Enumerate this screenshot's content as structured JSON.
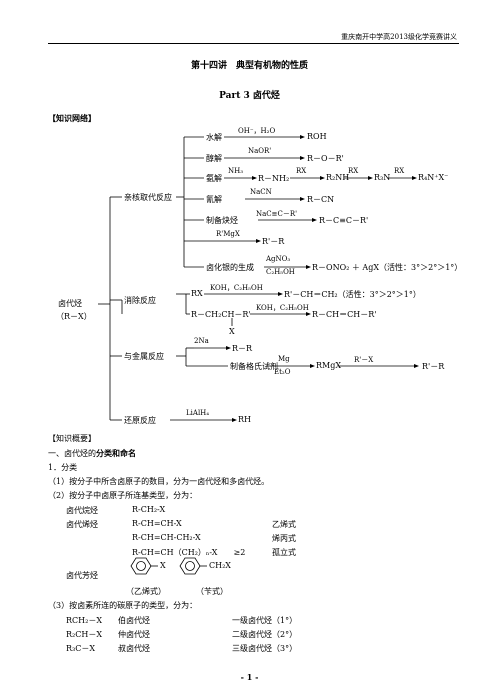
{
  "header": {
    "text": "重庆南开中学高2013级化学竞赛讲义"
  },
  "title": "第十四讲　典型有机物的性质",
  "part": "Part 3  卤代烃",
  "network_heading": "【知识网络】",
  "diagram": {
    "root": "卤代烃",
    "root_formula": "（R－X）",
    "branches": {
      "substitution": "亲核取代反应",
      "elimination": "消除反应",
      "metal": "与金属反应",
      "reduction": "还原反应"
    },
    "sub": {
      "hydrolysis": {
        "label": "水解",
        "reagent": "OH⁻，H₂O",
        "product": "ROH"
      },
      "alcoholysis": {
        "label": "醇解",
        "reagent": "NaOR'",
        "product": "R－O－R'"
      },
      "ammonolysis": {
        "label": "氨解",
        "reagent1": "NH₃",
        "p1": "R－NH₂",
        "reagent2": "RX",
        "p2": "R₂NH",
        "reagent3": "RX",
        "p3": "R₃N",
        "reagent4": "RX",
        "p4": "R₄N⁺X⁻"
      },
      "cyanation": {
        "label": "氰解",
        "reagent": "NaCN",
        "product": "R－CN"
      },
      "alkyne": {
        "label": "制备炔烃",
        "reagent": "NaC≡C－R'",
        "product": "R－C≡C－R'"
      },
      "grignard": {
        "reagent": "R'MgX",
        "product": "R'－R"
      },
      "silver": {
        "label": "卤化银的生成",
        "reagent_top": "AgNO₃",
        "reagent_bottom": "C₂H₅OH",
        "product": "R－ONO₂ ＋ AgX（活性：3°＞2°＞1°）"
      }
    },
    "elim": {
      "row1_start": "RX",
      "row1_reagent": "KOH，C₂H₅OH",
      "row1_product": "R'－CH＝CH₂（活性：3°＞2°＞1°）",
      "row2_start": "R－CH₂CH－R'",
      "row2_x": "X",
      "row2_reagent": "KOH，C₂H₅OH",
      "row2_product": "R－CH＝CH－R'"
    },
    "metal": {
      "row1_reagent": "2Na",
      "row1_product": "R－R",
      "row2_label": "制备格氏试剂",
      "row2_reagent_top": "Mg",
      "row2_reagent_bottom": "Et₂O",
      "row2_mid": "RMgX",
      "row2_reagent2": "R'－X",
      "row2_product": "R'－R"
    },
    "reduction": {
      "reagent": "LiAlH₄",
      "product": "RH"
    }
  },
  "overview": {
    "heading": "【知识概要】",
    "section1": "一、卤代烃的",
    "section1_bold": "分类和命名",
    "item1": "1．分类",
    "p1": "（1）按分子中所含卤原子的数目，分为一卤代烃和多卤代烃。",
    "p2": "（2）按分子中卤原子所连基类型，分为：",
    "rows": [
      {
        "a": "卤代烷烃",
        "b": "R-CH₂-X",
        "c": ""
      },
      {
        "a": "卤代烯烃",
        "b": "R-CH=CH-X",
        "c": "乙烯式"
      },
      {
        "a": "",
        "b": "R-CH=CH-CH₂-X",
        "c": "烯丙式"
      },
      {
        "a": "",
        "b": "R-CH=CH（CH₂）ₙ-X　　≥2",
        "c": "孤立式"
      }
    ],
    "aromatic_label": "卤代芳烃",
    "aromatic_x1": "X",
    "aromatic_x2": "CH₂X",
    "aromatic_caption1": "（乙烯式）",
    "aromatic_caption2": "（苄式）",
    "p3": "（3）按卤素所连的碳原子的类型，分为：",
    "classes": [
      {
        "f": "RCH₂－X",
        "n": "伯卤代烃",
        "c": "一级卤代烃（1°）"
      },
      {
        "f": "R₂CH－X",
        "n": "仲卤代烃",
        "c": "二级卤代烃（2°）"
      },
      {
        "f": "R₃C－X",
        "n": "叔卤代烃",
        "c": "三级卤代烃（3°）"
      }
    ]
  },
  "footer": {
    "page": "- 1 -"
  }
}
